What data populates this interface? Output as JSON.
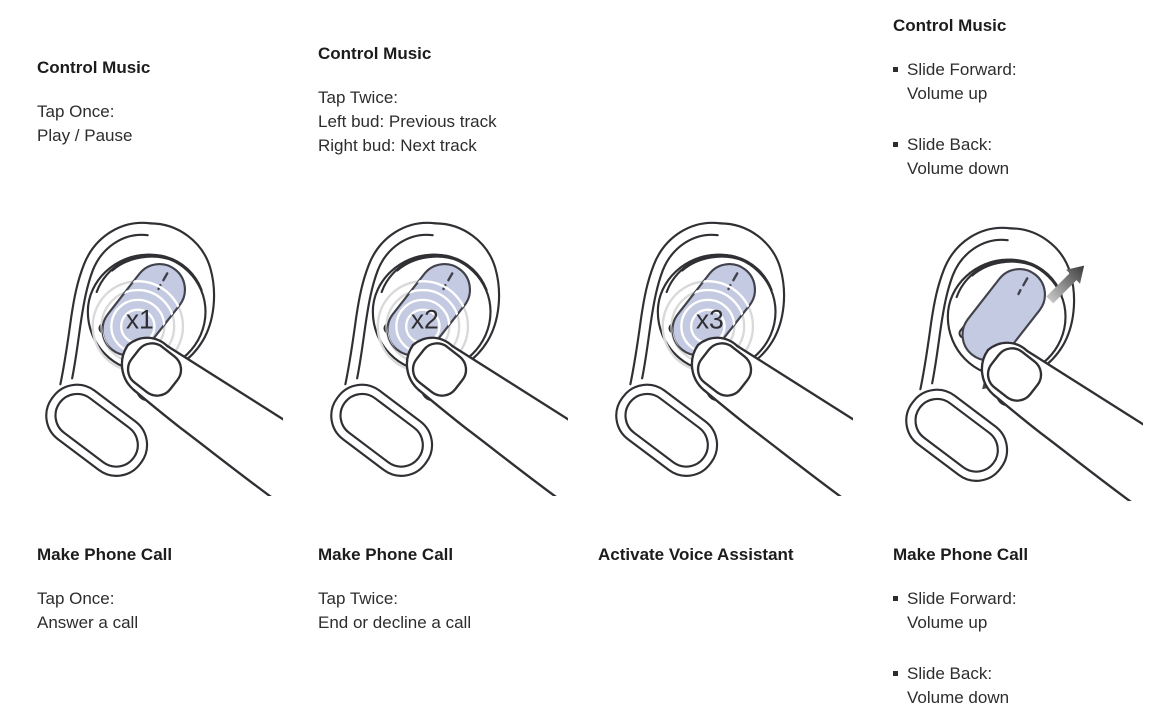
{
  "colors": {
    "background": "#ffffff",
    "title_text": "#1c1c1c",
    "body_text": "#2d2d2d",
    "line_art": "#303034",
    "touchpad_fill": "#c4cae1",
    "touchpad_stroke": "#42424c",
    "ripple": "#d9d9d9",
    "arrow_gradient_light": "#c6c6c6",
    "arrow_gradient_dark": "#3a3a3a"
  },
  "icons": {
    "tap_ripple": "concentric-circles",
    "slide_forward_arrow": "arrow-up-right",
    "slide_back_arrow": "arrow-down-left",
    "bullet_marker": "small-square"
  },
  "columns": [
    {
      "top": {
        "title": "Control Music",
        "lines": [
          "Tap Once:",
          "Play / Pause"
        ]
      },
      "illustration": {
        "gesture": "tap",
        "tap_label": "x1"
      },
      "bottom": {
        "title": "Make Phone Call",
        "lines": [
          "Tap Once:",
          "Answer a call"
        ]
      }
    },
    {
      "top": {
        "title": "Control Music",
        "lines": [
          "Tap Twice:",
          "Left bud: Previous track",
          "Right bud: Next track"
        ]
      },
      "illustration": {
        "gesture": "tap",
        "tap_label": "x2"
      },
      "bottom": {
        "title": "Make Phone Call",
        "lines": [
          "Tap Twice:",
          "End or decline a call"
        ]
      }
    },
    {
      "illustration": {
        "gesture": "tap",
        "tap_label": "x3"
      },
      "bottom": {
        "title": "Activate Voice Assistant"
      }
    },
    {
      "top": {
        "title": "Control Music",
        "bullets": [
          {
            "label": "Slide Forward:",
            "desc": "Volume up"
          },
          {
            "label": "Slide Back:",
            "desc": "Volume down"
          }
        ]
      },
      "illustration": {
        "gesture": "slide"
      },
      "bottom": {
        "title": "Make Phone Call",
        "bullets": [
          {
            "label": "Slide Forward:",
            "desc": "Volume up"
          },
          {
            "label": "Slide Back:",
            "desc": "Volume down"
          }
        ]
      }
    }
  ]
}
